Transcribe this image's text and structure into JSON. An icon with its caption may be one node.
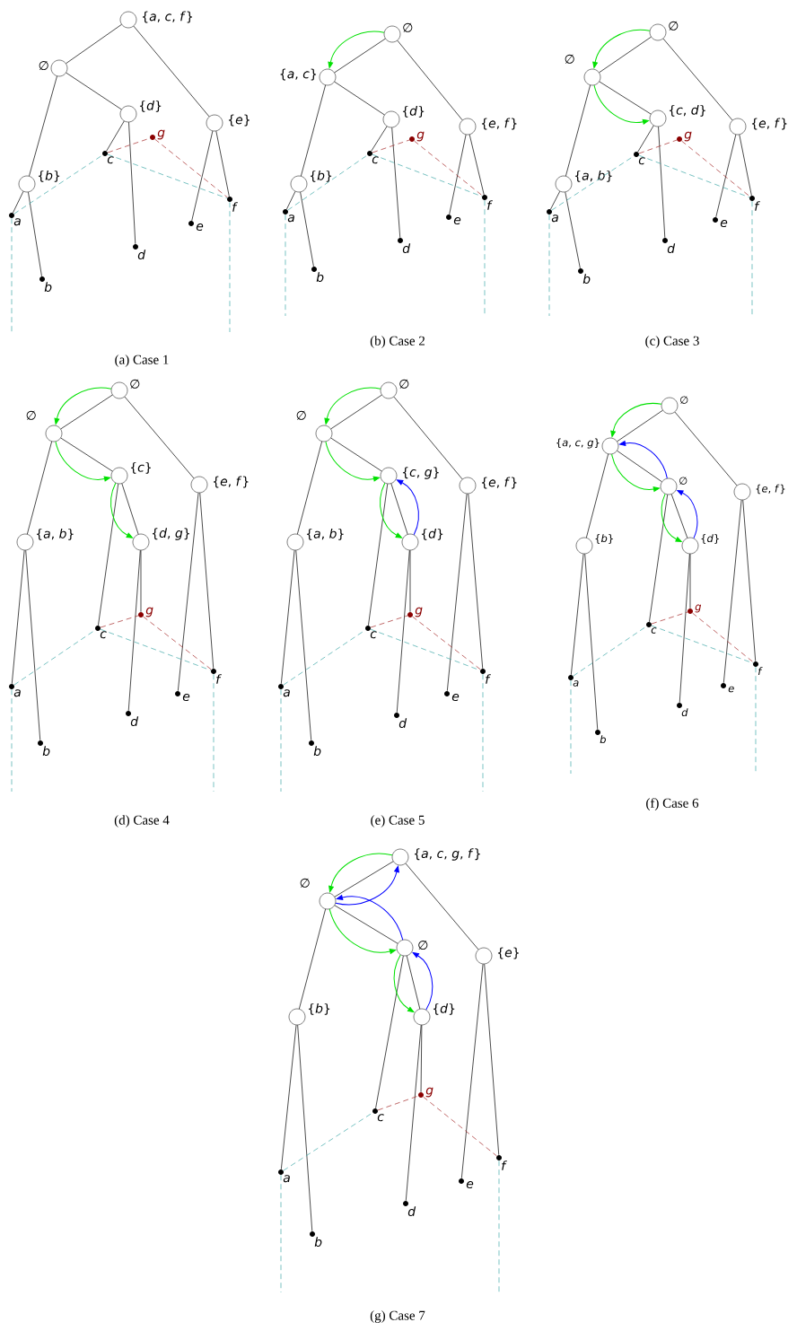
{
  "diagram": {
    "nodes": [
      {
        "text": [],
        "shape": "circle",
        "beside": [
          "{*a*, *c*, *f*}"
        ]
      },
      {
        "text": [],
        "shape": "circle",
        "beside": [
          "∅"
        ]
      },
      {
        "text": [],
        "shape": "circle",
        "beside": [
          "{*d*}"
        ]
      },
      {
        "text": [],
        "shape": "circle",
        "beside": [
          "{*e*}"
        ]
      },
      {
        "text": [],
        "shape": "circle",
        "beside": [
          "{*b*}"
        ]
      },
      {
        "text": [],
        "shape": "dot",
        "beside": [
          "a"
        ]
      },
      {
        "text": [],
        "shape": "dot",
        "beside": [
          "b"
        ]
      },
      {
        "text": [],
        "shape": "dot",
        "beside": [
          "c"
        ]
      },
      {
        "text": [],
        "shape": "dot",
        "beside": [
          "d"
        ]
      },
      {
        "text": [],
        "shape": "dot",
        "beside": [
          "e"
        ]
      },
      {
        "text": [],
        "shape": "dot",
        "beside": [
          "f"
        ]
      },
      {
        "text": [],
        "shape": "dot",
        "beside": [
          "g"
        ]
      },
      {
        "text": [],
        "shape": "circle",
        "beside": [
          "∅"
        ]
      },
      {
        "text": [],
        "shape": "circle",
        "beside": [
          "{*a*, *c*}"
        ]
      },
      {
        "text": [],
        "shape": "circle",
        "beside": [
          "{*d*}"
        ]
      },
      {
        "text": [],
        "shape": "circle",
        "beside": [
          "{*e*, *f*}"
        ]
      },
      {
        "text": [],
        "shape": "circle",
        "beside": [
          "{*b*}"
        ]
      },
      {
        "text": [],
        "shape": "dot",
        "beside": [
          "a"
        ]
      },
      {
        "text": [],
        "shape": "dot",
        "beside": [
          "b"
        ]
      },
      {
        "text": [],
        "shape": "dot",
        "beside": [
          "c"
        ]
      },
      {
        "text": [],
        "shape": "dot",
        "beside": [
          "d"
        ]
      },
      {
        "text": [],
        "shape": "dot",
        "beside": [
          "e"
        ]
      },
      {
        "text": [],
        "shape": "dot",
        "beside": [
          "f"
        ]
      },
      {
        "text": [],
        "shape": "dot",
        "beside": [
          "g"
        ]
      },
      {
        "text": [],
        "shape": "circle",
        "beside": [
          "∅"
        ]
      },
      {
        "text": [],
        "shape": "circle",
        "beside": [
          "∅"
        ]
      },
      {
        "text": [],
        "shape": "circle",
        "beside": [
          "{*c*, *d*}"
        ]
      },
      {
        "text": [],
        "shape": "circle",
        "beside": [
          "{*e*, *f*}"
        ]
      },
      {
        "text": [],
        "shape": "circle",
        "beside": [
          "{*a*, *b*}"
        ]
      },
      {
        "text": [],
        "shape": "dot",
        "beside": [
          "a"
        ]
      },
      {
        "text": [],
        "shape": "dot",
        "beside": [
          "b"
        ]
      },
      {
        "text": [],
        "shape": "dot",
        "beside": [
          "c"
        ]
      },
      {
        "text": [],
        "shape": "dot",
        "beside": [
          "d"
        ]
      },
      {
        "text": [],
        "shape": "dot",
        "beside": [
          "e"
        ]
      },
      {
        "text": [],
        "shape": "dot",
        "beside": [
          "f"
        ]
      },
      {
        "text": [],
        "shape": "dot",
        "beside": [
          "g"
        ]
      },
      {
        "text": [],
        "shape": "circle",
        "beside": [
          "∅"
        ]
      },
      {
        "text": [],
        "shape": "circle",
        "beside": [
          "∅"
        ]
      },
      {
        "text": [],
        "shape": "circle",
        "beside": [
          "{*c*}"
        ]
      },
      {
        "text": [],
        "shape": "circle",
        "beside": [
          "{*e*, *f*}"
        ]
      },
      {
        "text": [],
        "shape": "circle",
        "beside": [
          "{*a*, *b*}"
        ]
      },
      {
        "text": [],
        "shape": "circle",
        "beside": [
          "{*d*, *g*}"
        ]
      },
      {
        "text": [],
        "shape": "dot",
        "beside": [
          "a"
        ]
      },
      {
        "text": [],
        "shape": "dot",
        "beside": [
          "b"
        ]
      },
      {
        "text": [],
        "shape": "dot",
        "beside": [
          "c"
        ]
      },
      {
        "text": [],
        "shape": "dot",
        "beside": [
          "d"
        ]
      },
      {
        "text": [],
        "shape": "dot",
        "beside": [
          "e"
        ]
      },
      {
        "text": [],
        "shape": "dot",
        "beside": [
          "f"
        ]
      },
      {
        "text": [],
        "shape": "dot",
        "beside": [
          "g"
        ]
      },
      {
        "text": [],
        "shape": "circle",
        "beside": [
          "∅"
        ]
      },
      {
        "text": [],
        "shape": "circle",
        "beside": [
          "∅"
        ]
      },
      {
        "text": [],
        "shape": "circle",
        "beside": [
          "{*c*, *g*}"
        ]
      },
      {
        "text": [],
        "shape": "circle",
        "beside": [
          "{*e*, *f*}"
        ]
      },
      {
        "text": [],
        "shape": "circle",
        "beside": [
          "{*a*, *b*}"
        ]
      },
      {
        "text": [],
        "shape": "circle",
        "beside": [
          "{*d*}"
        ]
      },
      {
        "text": [],
        "shape": "dot",
        "beside": [
          "a"
        ]
      },
      {
        "text": [],
        "shape": "dot",
        "beside": [
          "b"
        ]
      },
      {
        "text": [],
        "shape": "dot",
        "beside": [
          "c"
        ]
      },
      {
        "text": [],
        "shape": "dot",
        "beside": [
          "d"
        ]
      },
      {
        "text": [],
        "shape": "dot",
        "beside": [
          "e"
        ]
      },
      {
        "text": [],
        "shape": "dot",
        "beside": [
          "f"
        ]
      },
      {
        "text": [],
        "shape": "dot",
        "beside": [
          "g"
        ]
      },
      {
        "text": [],
        "shape": "circle",
        "beside": [
          "∅"
        ]
      },
      {
        "text": [],
        "shape": "circle",
        "beside": [
          "{*a*, *c*, *g*}"
        ]
      },
      {
        "text": [],
        "shape": "circle",
        "beside": [
          "∅"
        ]
      },
      {
        "text": [],
        "shape": "circle",
        "beside": [
          "{*e*, *f*}"
        ]
      },
      {
        "text": [],
        "shape": "circle",
        "beside": [
          "{*b*}"
        ]
      },
      {
        "text": [],
        "shape": "circle",
        "beside": [
          "{*d*}"
        ]
      },
      {
        "text": [],
        "shape": "dot",
        "beside": [
          "a"
        ]
      },
      {
        "text": [],
        "shape": "dot",
        "beside": [
          "b"
        ]
      },
      {
        "text": [],
        "shape": "dot",
        "beside": [
          "c"
        ]
      },
      {
        "text": [],
        "shape": "dot",
        "beside": [
          "d"
        ]
      },
      {
        "text": [],
        "shape": "dot",
        "beside": [
          "e"
        ]
      },
      {
        "text": [],
        "shape": "dot",
        "beside": [
          "f"
        ]
      },
      {
        "text": [],
        "shape": "dot",
        "beside": [
          "g"
        ]
      },
      {
        "text": [],
        "shape": "circle",
        "beside": [
          "{*a*, *c*, *g*, *f*}"
        ]
      },
      {
        "text": [],
        "shape": "circle",
        "beside": [
          "∅"
        ]
      },
      {
        "text": [],
        "shape": "circle",
        "beside": [
          "∅"
        ]
      },
      {
        "text": [],
        "shape": "circle",
        "beside": [
          "{*e*}"
        ]
      },
      {
        "text": [],
        "shape": "circle",
        "beside": [
          "{*b*}"
        ]
      },
      {
        "text": [],
        "shape": "circle",
        "beside": [
          "{*d*}"
        ]
      },
      {
        "text": [],
        "shape": "dot",
        "beside": [
          "a"
        ]
      },
      {
        "text": [],
        "shape": "dot",
        "beside": [
          "b"
        ]
      },
      {
        "text": [],
        "shape": "dot",
        "beside": [
          "c"
        ]
      },
      {
        "text": [],
        "shape": "dot",
        "beside": [
          "d"
        ]
      },
      {
        "text": [],
        "shape": "dot",
        "beside": [
          "e"
        ]
      },
      {
        "text": [],
        "shape": "dot",
        "beside": [
          "f"
        ]
      },
      {
        "text": [],
        "shape": "dot",
        "beside": [
          "g"
        ]
      }
    ],
    "edges": [
      {
        "from": 0,
        "to": 1,
        "arrow": "none"
      },
      {
        "from": 0,
        "to": 3,
        "arrow": "none"
      },
      {
        "from": 1,
        "to": 2,
        "arrow": "none"
      },
      {
        "from": 1,
        "to": 4,
        "arrow": "none"
      },
      {
        "from": 4,
        "to": 5,
        "arrow": "none"
      },
      {
        "from": 4,
        "to": 6,
        "arrow": "none"
      },
      {
        "from": 2,
        "to": 7,
        "arrow": "none"
      },
      {
        "from": 2,
        "to": 8,
        "arrow": "none"
      },
      {
        "from": 3,
        "to": 9,
        "arrow": "none"
      },
      {
        "from": 3,
        "to": 10,
        "arrow": "none"
      },
      {
        "from": 5,
        "to": 7,
        "arrow": "none",
        "style": "dashed",
        "color": "#3fa7a7"
      },
      {
        "from": 7,
        "to": 10,
        "arrow": "none",
        "style": "dashed",
        "color": "#3fa7a7"
      },
      {
        "from": 7,
        "to": 11,
        "arrow": "none",
        "style": "dashed",
        "color": "#a52a2a"
      },
      {
        "from": 11,
        "to": 10,
        "arrow": "none",
        "style": "dashed",
        "color": "#a52a2a"
      },
      {
        "from": 5,
        "to": null,
        "arrow": "none",
        "style": "dashed",
        "color": "#3fa7a7"
      },
      {
        "from": 10,
        "to": null,
        "arrow": "none",
        "style": "dashed",
        "color": "#3fa7a7"
      },
      {
        "from": 12,
        "to": 13,
        "arrow": "none"
      },
      {
        "from": 12,
        "to": 15,
        "arrow": "none"
      },
      {
        "from": 13,
        "to": 14,
        "arrow": "none"
      },
      {
        "from": 13,
        "to": 16,
        "arrow": "none"
      },
      {
        "from": 16,
        "to": 17,
        "arrow": "none"
      },
      {
        "from": 16,
        "to": 18,
        "arrow": "none"
      },
      {
        "from": 14,
        "to": 19,
        "arrow": "none"
      },
      {
        "from": 14,
        "to": 20,
        "arrow": "none"
      },
      {
        "from": 15,
        "to": 21,
        "arrow": "none"
      },
      {
        "from": 15,
        "to": 22,
        "arrow": "none"
      },
      {
        "from": 17,
        "to": 19,
        "arrow": "none",
        "style": "dashed",
        "color": "#3fa7a7"
      },
      {
        "from": 19,
        "to": 22,
        "arrow": "none",
        "style": "dashed",
        "color": "#3fa7a7"
      },
      {
        "from": 19,
        "to": 23,
        "arrow": "none",
        "style": "dashed",
        "color": "#a52a2a"
      },
      {
        "from": 23,
        "to": 22,
        "arrow": "none",
        "style": "dashed",
        "color": "#a52a2a"
      },
      {
        "from": 17,
        "to": null,
        "arrow": "none",
        "style": "dashed",
        "color": "#3fa7a7"
      },
      {
        "from": 22,
        "to": null,
        "arrow": "none",
        "style": "dashed",
        "color": "#3fa7a7"
      },
      {
        "from": 12,
        "to": 13,
        "arrow": "to",
        "color": "#00e000"
      },
      {
        "from": 24,
        "to": 25,
        "arrow": "none"
      },
      {
        "from": 24,
        "to": 27,
        "arrow": "none"
      },
      {
        "from": 25,
        "to": 26,
        "arrow": "none"
      },
      {
        "from": 25,
        "to": 28,
        "arrow": "none"
      },
      {
        "from": 28,
        "to": 29,
        "arrow": "none"
      },
      {
        "from": 28,
        "to": 30,
        "arrow": "none"
      },
      {
        "from": 26,
        "to": 31,
        "arrow": "none"
      },
      {
        "from": 26,
        "to": 32,
        "arrow": "none"
      },
      {
        "from": 27,
        "to": 33,
        "arrow": "none"
      },
      {
        "from": 27,
        "to": 34,
        "arrow": "none"
      },
      {
        "from": 29,
        "to": 31,
        "arrow": "none",
        "style": "dashed",
        "color": "#3fa7a7"
      },
      {
        "from": 31,
        "to": 34,
        "arrow": "none",
        "style": "dashed",
        "color": "#3fa7a7"
      },
      {
        "from": 31,
        "to": 35,
        "arrow": "none",
        "style": "dashed",
        "color": "#a52a2a"
      },
      {
        "from": 35,
        "to": 34,
        "arrow": "none",
        "style": "dashed",
        "color": "#a52a2a"
      },
      {
        "from": 29,
        "to": null,
        "arrow": "none",
        "style": "dashed",
        "color": "#3fa7a7"
      },
      {
        "from": 34,
        "to": null,
        "arrow": "none",
        "style": "dashed",
        "color": "#3fa7a7"
      },
      {
        "from": 24,
        "to": 25,
        "arrow": "to",
        "color": "#00e000"
      },
      {
        "from": 25,
        "to": 26,
        "arrow": "to",
        "color": "#00e000"
      },
      {
        "from": 36,
        "to": 37,
        "arrow": "none"
      },
      {
        "from": 36,
        "to": 39,
        "arrow": "none"
      },
      {
        "from": 37,
        "to": 38,
        "arrow": "none"
      },
      {
        "from": 37,
        "to": 40,
        "arrow": "none"
      },
      {
        "from": 40,
        "to": 42,
        "arrow": "none"
      },
      {
        "from": 40,
        "to": 43,
        "arrow": "none"
      },
      {
        "from": 38,
        "to": 44,
        "arrow": "none"
      },
      {
        "from": 38,
        "to": 41,
        "arrow": "none"
      },
      {
        "from": 41,
        "to": 48,
        "arrow": "none"
      },
      {
        "from": 41,
        "to": 45,
        "arrow": "none"
      },
      {
        "from": 39,
        "to": 46,
        "arrow": "none"
      },
      {
        "from": 39,
        "to": 47,
        "arrow": "none"
      },
      {
        "from": 42,
        "to": 44,
        "arrow": "none",
        "style": "dashed",
        "color": "#3fa7a7"
      },
      {
        "from": 44,
        "to": 47,
        "arrow": "none",
        "style": "dashed",
        "color": "#3fa7a7"
      },
      {
        "from": 44,
        "to": 48,
        "arrow": "none",
        "style": "dashed",
        "color": "#a52a2a"
      },
      {
        "from": 48,
        "to": 47,
        "arrow": "none",
        "style": "dashed",
        "color": "#a52a2a"
      },
      {
        "from": 42,
        "to": null,
        "arrow": "none",
        "style": "dashed",
        "color": "#3fa7a7"
      },
      {
        "from": 47,
        "to": null,
        "arrow": "none",
        "style": "dashed",
        "color": "#3fa7a7"
      },
      {
        "from": 36,
        "to": 37,
        "arrow": "to",
        "color": "#00e000"
      },
      {
        "from": 37,
        "to": 38,
        "arrow": "to",
        "color": "#00e000"
      },
      {
        "from": 38,
        "to": 41,
        "arrow": "to",
        "color": "#00e000"
      },
      {
        "from": 49,
        "to": 50,
        "arrow": "none"
      },
      {
        "from": 49,
        "to": 52,
        "arrow": "none"
      },
      {
        "from": 50,
        "to": 51,
        "arrow": "none"
      },
      {
        "from": 50,
        "to": 53,
        "arrow": "none"
      },
      {
        "from": 53,
        "to": 55,
        "arrow": "none"
      },
      {
        "from": 53,
        "to": 56,
        "arrow": "none"
      },
      {
        "from": 51,
        "to": 57,
        "arrow": "none"
      },
      {
        "from": 51,
        "to": 54,
        "arrow": "none"
      },
      {
        "from": 54,
        "to": 61,
        "arrow": "none"
      },
      {
        "from": 54,
        "to": 58,
        "arrow": "none"
      },
      {
        "from": 52,
        "to": 59,
        "arrow": "none"
      },
      {
        "from": 52,
        "to": 60,
        "arrow": "none"
      },
      {
        "from": 55,
        "to": 57,
        "arrow": "none",
        "style": "dashed",
        "color": "#3fa7a7"
      },
      {
        "from": 57,
        "to": 60,
        "arrow": "none",
        "style": "dashed",
        "color": "#3fa7a7"
      },
      {
        "from": 57,
        "to": 61,
        "arrow": "none",
        "style": "dashed",
        "color": "#a52a2a"
      },
      {
        "from": 61,
        "to": 60,
        "arrow": "none",
        "style": "dashed",
        "color": "#a52a2a"
      },
      {
        "from": 55,
        "to": null,
        "arrow": "none",
        "style": "dashed",
        "color": "#3fa7a7"
      },
      {
        "from": 60,
        "to": null,
        "arrow": "none",
        "style": "dashed",
        "color": "#3fa7a7"
      },
      {
        "from": 49,
        "to": 50,
        "arrow": "to",
        "color": "#00e000"
      },
      {
        "from": 50,
        "to": 51,
        "arrow": "to",
        "color": "#00e000"
      },
      {
        "from": 51,
        "to": 54,
        "arrow": "to",
        "color": "#00e000"
      },
      {
        "from": 54,
        "to": 51,
        "arrow": "to",
        "color": "#0000ff"
      },
      {
        "from": 62,
        "to": 63,
        "arrow": "none"
      },
      {
        "from": 62,
        "to": 65,
        "arrow": "none"
      },
      {
        "from": 63,
        "to": 64,
        "arrow": "none"
      },
      {
        "from": 63,
        "to": 66,
        "arrow": "none"
      },
      {
        "from": 66,
        "to": 68,
        "arrow": "none"
      },
      {
        "from": 66,
        "to": 69,
        "arrow": "none"
      },
      {
        "from": 64,
        "to": 70,
        "arrow": "none"
      },
      {
        "from": 64,
        "to": 67,
        "arrow": "none"
      },
      {
        "from": 67,
        "to": 74,
        "arrow": "none"
      },
      {
        "from": 67,
        "to": 71,
        "arrow": "none"
      },
      {
        "from": 65,
        "to": 72,
        "arrow": "none"
      },
      {
        "from": 65,
        "to": 73,
        "arrow": "none"
      },
      {
        "from": 68,
        "to": 70,
        "arrow": "none",
        "style": "dashed",
        "color": "#3fa7a7"
      },
      {
        "from": 70,
        "to": 73,
        "arrow": "none",
        "style": "dashed",
        "color": "#3fa7a7"
      },
      {
        "from": 70,
        "to": 74,
        "arrow": "none",
        "style": "dashed",
        "color": "#a52a2a"
      },
      {
        "from": 74,
        "to": 73,
        "arrow": "none",
        "style": "dashed",
        "color": "#a52a2a"
      },
      {
        "from": 68,
        "to": null,
        "arrow": "none",
        "style": "dashed",
        "color": "#3fa7a7"
      },
      {
        "from": 73,
        "to": null,
        "arrow": "none",
        "style": "dashed",
        "color": "#3fa7a7"
      },
      {
        "from": 62,
        "to": 63,
        "arrow": "to",
        "color": "#00e000"
      },
      {
        "from": 63,
        "to": 64,
        "arrow": "to",
        "color": "#00e000"
      },
      {
        "from": 64,
        "to": 67,
        "arrow": "to",
        "color": "#00e000"
      },
      {
        "from": 67,
        "to": 64,
        "arrow": "to",
        "color": "#0000ff"
      },
      {
        "from": 64,
        "to": 63,
        "arrow": "to",
        "color": "#0000ff"
      },
      {
        "from": 75,
        "to": 76,
        "arrow": "none"
      },
      {
        "from": 75,
        "to": 78,
        "arrow": "none"
      },
      {
        "from": 76,
        "to": 77,
        "arrow": "none"
      },
      {
        "from": 76,
        "to": 79,
        "arrow": "none"
      },
      {
        "from": 79,
        "to": 81,
        "arrow": "none"
      },
      {
        "from": 79,
        "to": 82,
        "arrow": "none"
      },
      {
        "from": 77,
        "to": 83,
        "arrow": "none"
      },
      {
        "from": 77,
        "to": 80,
        "arrow": "none"
      },
      {
        "from": 80,
        "to": 87,
        "arrow": "none"
      },
      {
        "from": 80,
        "to": 84,
        "arrow": "none"
      },
      {
        "from": 78,
        "to": 85,
        "arrow": "none"
      },
      {
        "from": 78,
        "to": 86,
        "arrow": "none"
      },
      {
        "from": 81,
        "to": 83,
        "arrow": "none",
        "style": "dashed",
        "color": "#3fa7a7"
      },
      {
        "from": 83,
        "to": 87,
        "arrow": "none",
        "style": "dashed",
        "color": "#a52a2a"
      },
      {
        "from": 87,
        "to": 86,
        "arrow": "none",
        "style": "dashed",
        "color": "#a52a2a"
      },
      {
        "from": 81,
        "to": null,
        "arrow": "none",
        "style": "dashed",
        "color": "#3fa7a7"
      },
      {
        "from": 86,
        "to": null,
        "arrow": "none",
        "style": "dashed",
        "color": "#3fa7a7"
      },
      {
        "from": 75,
        "to": 76,
        "arrow": "to",
        "color": "#00e000"
      },
      {
        "from": 76,
        "to": 77,
        "arrow": "to",
        "color": "#00e000"
      },
      {
        "from": 77,
        "to": 80,
        "arrow": "to",
        "color": "#00e000"
      },
      {
        "from": 76,
        "to": 75,
        "arrow": "to",
        "color": "#0000ff"
      },
      {
        "from": 77,
        "to": 76,
        "arrow": "to",
        "color": "#0000ff"
      },
      {
        "from": 80,
        "to": 77,
        "arrow": "to",
        "color": "#0000ff"
      }
    ],
    "labels": [
      "(a) Case 1",
      "(b) Case 2",
      "(c) Case 3",
      "(d) Case 4",
      "(e) Case 5",
      "(f) Case 6",
      "(g) Case 7"
    ]
  }
}
